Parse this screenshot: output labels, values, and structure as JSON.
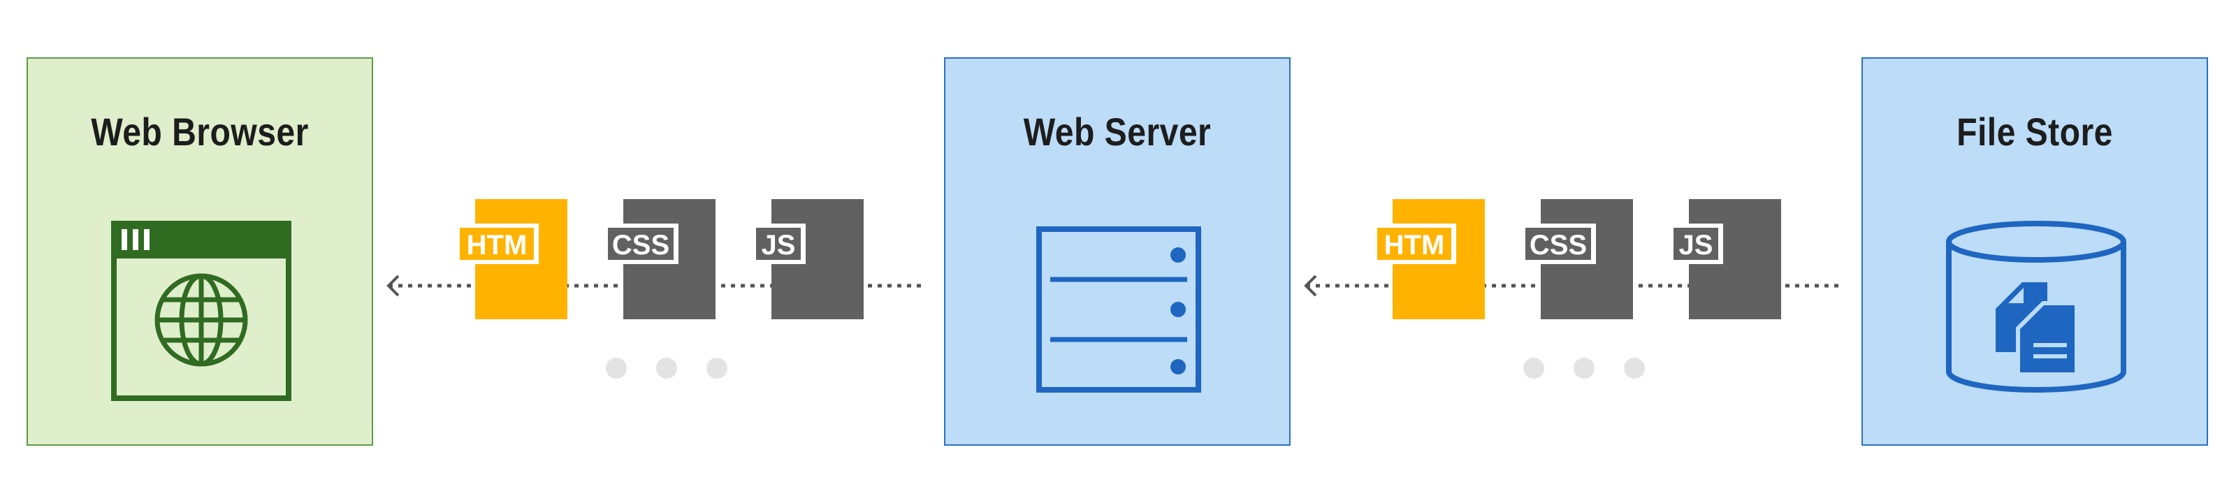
{
  "nodes": {
    "browser": {
      "title": "Web Browser",
      "icon": "browser-globe-icon",
      "fill": "#dfeecb",
      "border": "#5f9a45",
      "icon_color": "#306b22"
    },
    "server": {
      "title": "Web Server",
      "icon": "server-rack-icon",
      "fill": "#bcdcf7",
      "border": "#2b6fc6",
      "icon_color": "#1f66c1"
    },
    "store": {
      "title": "File Store",
      "icon": "database-files-icon",
      "fill": "#bcdcf7",
      "border": "#2b6fc6",
      "icon_color": "#1f66c1"
    }
  },
  "flows": [
    {
      "files": [
        {
          "label": "HTM",
          "color": "#ffb300"
        },
        {
          "label": "CSS",
          "color": "#616161"
        },
        {
          "label": "JS",
          "color": "#616161"
        }
      ],
      "arrow": "left-arrow-icon"
    },
    {
      "files": [
        {
          "label": "HTM",
          "color": "#ffb300"
        },
        {
          "label": "CSS",
          "color": "#616161"
        },
        {
          "label": "JS",
          "color": "#616161"
        }
      ],
      "arrow": "left-arrow-icon"
    }
  ]
}
